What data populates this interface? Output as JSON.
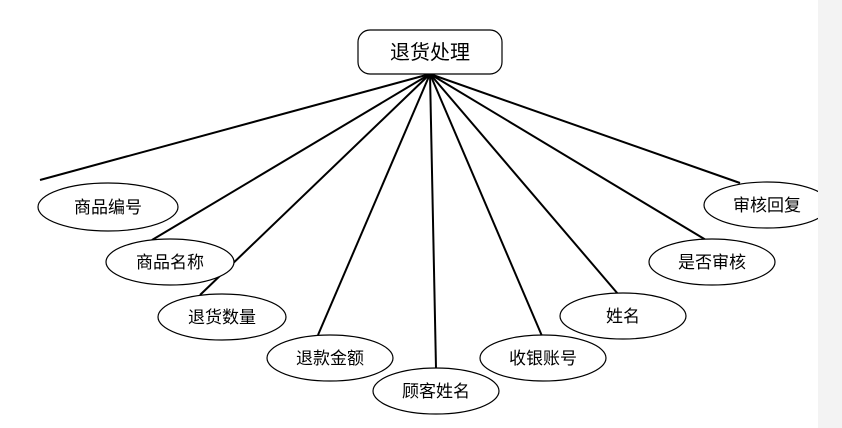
{
  "diagram": {
    "root": {
      "label": "退货处理"
    },
    "attributes": [
      {
        "label": "商品编号"
      },
      {
        "label": "商品名称"
      },
      {
        "label": "退货数量"
      },
      {
        "label": "退款金额"
      },
      {
        "label": "顾客姓名"
      },
      {
        "label": "收银账号"
      },
      {
        "label": "姓名"
      },
      {
        "label": "是否审核"
      },
      {
        "label": "审核回复"
      }
    ]
  }
}
